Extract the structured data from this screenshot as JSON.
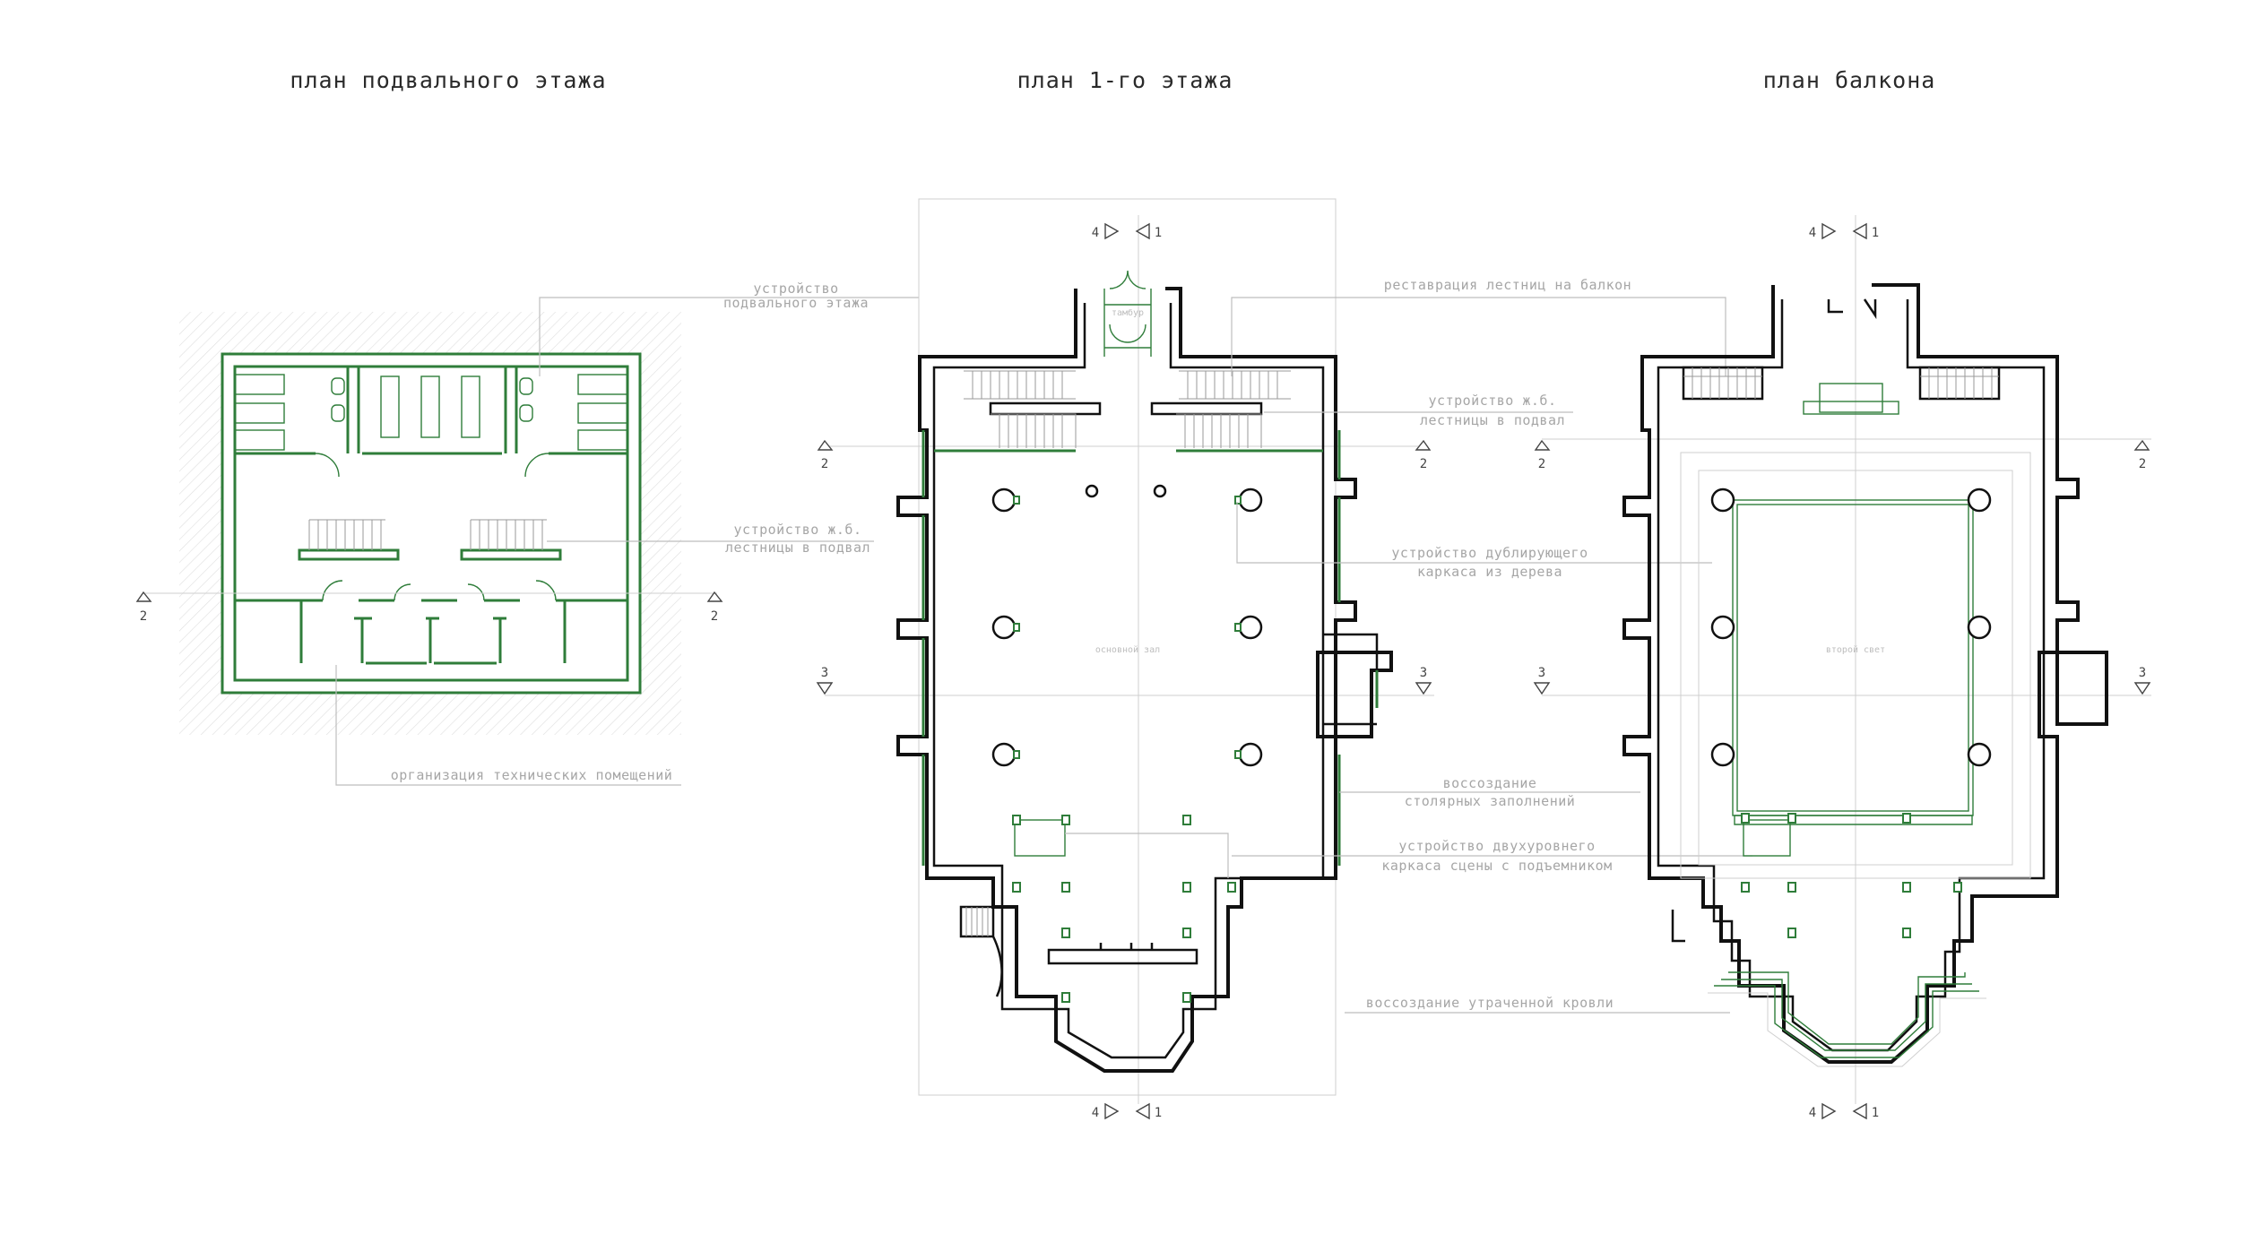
{
  "titles": {
    "basement": "план подвального этажа",
    "first_floor": "план 1-го этажа",
    "balcony": "план балкона"
  },
  "notes": {
    "basement_device_1": "устройство",
    "basement_device_2": "подвального этажа",
    "stairs_basement_1": "устройство ж.б.",
    "stairs_basement_2": "лестницы в подвал",
    "tech_rooms": "организация технических помещений",
    "stairs_restore": "реставрация лестниц на балкон",
    "stairs_rc_1": "устройство ж.б.",
    "stairs_rc_2": "лестницы в подвал",
    "frame_wood_1": "устройство дублирующего",
    "frame_wood_2": "каркаса из дерева",
    "joinery_1": "воссоздание",
    "joinery_2": "столярных заполнений",
    "stage_1": "устройство двухуровнего",
    "stage_2": "каркаса сцены с подъемником",
    "roof": "воссоздание утраченной кровли"
  },
  "rooms": {
    "vestibule": "тамбур",
    "main_hall": "основной зал",
    "second_light": "второй свет"
  },
  "section_marks": {
    "s1": "1",
    "s2": "2",
    "s3": "3",
    "s4": "4"
  },
  "colors": {
    "wall": "#111111",
    "new_construction": "#2f7d3a",
    "notes": "#a6a6a6",
    "hatch": "#d9d9d9"
  }
}
